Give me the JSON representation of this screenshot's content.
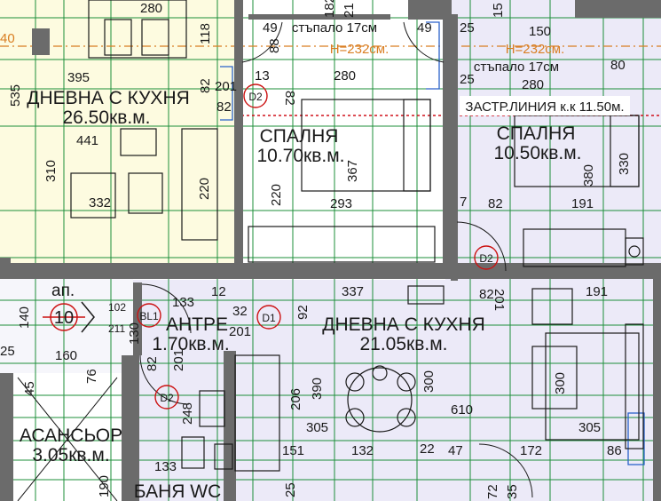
{
  "colors": {
    "apartment_left": "#fdfbe0",
    "apartment_right": "#eceaf8",
    "wall": "#6b6b6b",
    "grid_line": "#1d8f3a",
    "dim_line": "#1a1a1a",
    "red_line": "#d0101a",
    "orange_line": "#d97e22",
    "blue_line": "#2a62c9"
  },
  "rooms": {
    "living_left_name": "ДНЕВНА С КУХНЯ",
    "living_left_area": "26.50кв.м.",
    "bedroom1_name": "СПАЛНЯ",
    "bedroom1_area": "10.70кв.м.",
    "bedroom2_name": "СПАЛНЯ",
    "bedroom2_area": "10.50кв.м.",
    "living_right_name": "ДНЕВНА С КУХНЯ",
    "living_right_area": "21.05кв.м.",
    "entry_name": "АНТРЕ",
    "entry_area": "1.70кв.м.",
    "elevator_name": "АСАНСЬОР",
    "elevator_area": "3.05кв.м.",
    "bath_name": "БАНЯ WC"
  },
  "annotations": {
    "step1": "стъпало 17см",
    "step2": "стъпало 17см",
    "height1": "H=232см.",
    "height2": "H=232см.",
    "built_line": "ЗАСТР.ЛИНИЯ к.к 11.50м.",
    "apt_label": "ап.",
    "apt_number": "10"
  },
  "doors": {
    "d1": "D1",
    "d2a": "D2",
    "d2b": "D2",
    "d2c": "D2",
    "bl1": "BL1"
  },
  "dimensions": {
    "d280a": "280",
    "d118": "118",
    "d395": "395",
    "d535": "535",
    "d441": "441",
    "d310": "310",
    "d332": "332",
    "d220a": "220",
    "d49a": "49",
    "d88": "88",
    "d49b": "49",
    "d280b": "280",
    "d82a": "82",
    "d201a": "201",
    "d13": "13",
    "d82b": "82",
    "d82c": "82",
    "d367": "367",
    "d220b": "220",
    "d293": "293",
    "d25a": "25",
    "d150": "150",
    "d25b": "25",
    "d80": "80",
    "d280c": "280",
    "d380": "380",
    "d330": "330",
    "d7": "7",
    "d82d": "82",
    "d191a": "191",
    "d337": "337",
    "d82e": "82",
    "d201b": "201",
    "d191b": "191",
    "d133a": "133",
    "d12": "12",
    "d102": "102",
    "d211": "211",
    "d130": "130",
    "d92": "92",
    "d32": "32",
    "d201c": "201",
    "d140": "140",
    "d25c": "25",
    "d160": "160",
    "d76": "76",
    "d45": "45",
    "d82f": "82",
    "d201d": "201",
    "d248": "248",
    "d206": "206",
    "d390": "390",
    "d300a": "300",
    "d300b": "300",
    "d610": "610",
    "d305a": "305",
    "d305b": "305",
    "d151": "151",
    "d132": "132",
    "d22": "22",
    "d47": "47",
    "d172": "172",
    "d86": "86",
    "d133b": "133",
    "d190": "190",
    "d25d": "25",
    "d72": "72",
    "d35": "35",
    "d182": "182",
    "d21": "21",
    "d40": "40",
    "d15": "15"
  }
}
